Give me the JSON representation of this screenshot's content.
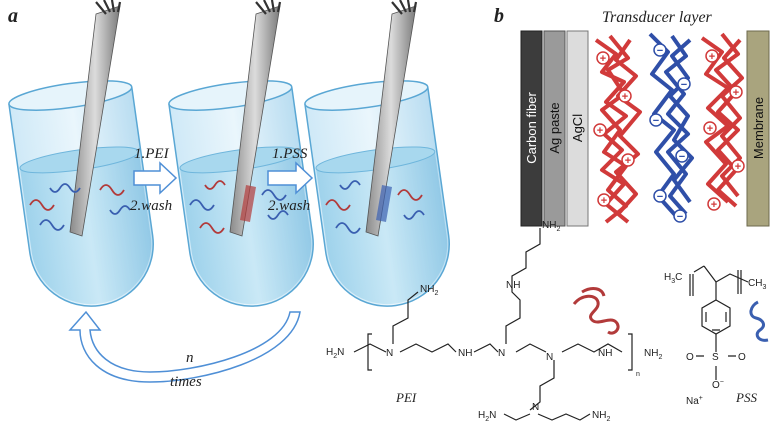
{
  "panel_a": {
    "label": "a",
    "step1": {
      "line1": "1.PEI",
      "line2": "2.wash"
    },
    "step2": {
      "line1": "1.PSS",
      "line2": "2.wash"
    },
    "repeat": {
      "line1": "n",
      "line2": "times"
    }
  },
  "panel_b": {
    "label": "b",
    "title": "Transducer layer",
    "layers": {
      "carbon": "Carbon fiber",
      "agpaste": "Ag paste",
      "agcl": "AgCl",
      "membrane": "Membrane"
    },
    "charges": {
      "plus": "+",
      "minus": "−"
    }
  },
  "structures": {
    "pei": {
      "name": "PEI",
      "nh2": "NH",
      "sub2": "2",
      "nh": "NH",
      "n": "N",
      "h2n": "H",
      "h2n_sub": "2",
      "h2n_n": "N",
      "subscript_n": "n"
    },
    "pss": {
      "name": "PSS",
      "h3c": "H",
      "h3c_sub": "3",
      "h3c_c": "C",
      "ch3": "CH",
      "ch3_sub": "3",
      "sulfur": "S",
      "oxygen": "O",
      "o_minus": "O",
      "na": "Na",
      "charge_minus": "−",
      "charge_plus": "+"
    }
  },
  "colors": {
    "pei_chain": "#b23a3a",
    "pss_chain": "#3a5fb0",
    "tube_fill": "#a9d6ee",
    "arrow": "#4f8fd6",
    "carbon": "#3c3c3c",
    "agpaste": "#9a9a9a",
    "agcl": "#dcdcdc",
    "membrane": "#a9a47e"
  }
}
